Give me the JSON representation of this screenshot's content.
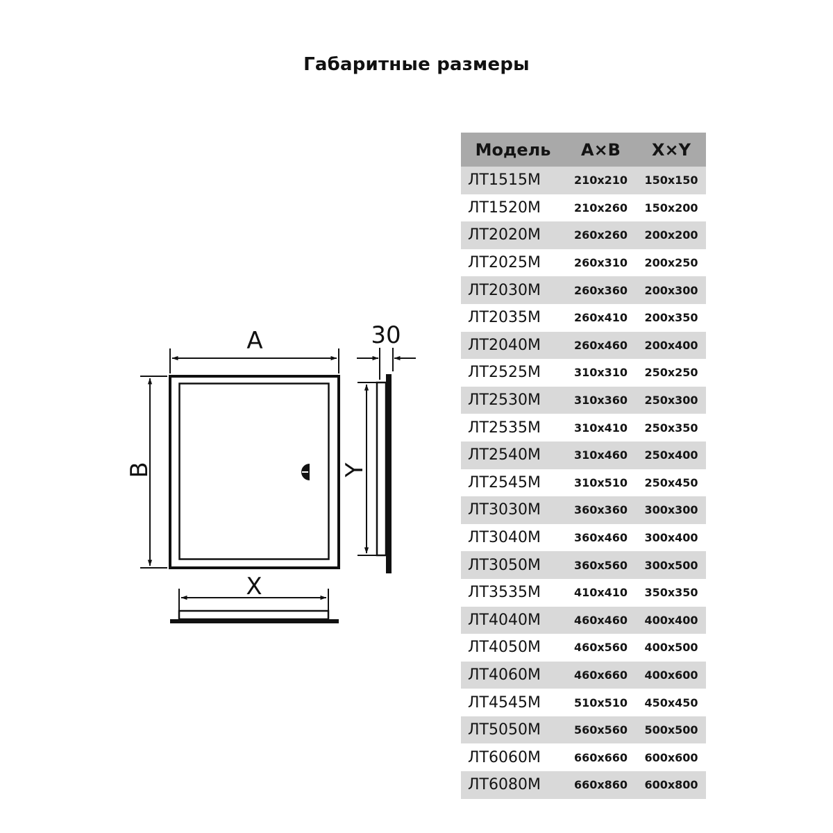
{
  "title": "Габаритные размеры",
  "drawing": {
    "label_a": "A",
    "label_b": "B",
    "label_x": "X",
    "label_y": "Y",
    "label_depth": "30"
  },
  "table": {
    "headers": [
      "Модель",
      "A×B",
      "X×Y"
    ],
    "rows": [
      [
        "ЛТ1515М",
        "210x210",
        "150x150"
      ],
      [
        "ЛТ1520М",
        "210x260",
        "150x200"
      ],
      [
        "ЛТ2020М",
        "260x260",
        "200x200"
      ],
      [
        "ЛТ2025М",
        "260x310",
        "200x250"
      ],
      [
        "ЛТ2030М",
        "260x360",
        "200x300"
      ],
      [
        "ЛТ2035М",
        "260x410",
        "200x350"
      ],
      [
        "ЛТ2040М",
        "260x460",
        "200x400"
      ],
      [
        "ЛТ2525М",
        "310x310",
        "250x250"
      ],
      [
        "ЛТ2530М",
        "310x360",
        "250x300"
      ],
      [
        "ЛТ2535М",
        "310x410",
        "250x350"
      ],
      [
        "ЛТ2540М",
        "310x460",
        "250x400"
      ],
      [
        "ЛТ2545М",
        "310x510",
        "250x450"
      ],
      [
        "ЛТ3030М",
        "360x360",
        "300x300"
      ],
      [
        "ЛТ3040М",
        "360x460",
        "300x400"
      ],
      [
        "ЛТ3050М",
        "360x560",
        "300x500"
      ],
      [
        "ЛТ3535М",
        "410x410",
        "350x350"
      ],
      [
        "ЛТ4040М",
        "460x460",
        "400x400"
      ],
      [
        "ЛТ4050М",
        "460x560",
        "400x500"
      ],
      [
        "ЛТ4060М",
        "460x660",
        "400x600"
      ],
      [
        "ЛТ4545М",
        "510x510",
        "450x450"
      ],
      [
        "ЛТ5050М",
        "560x560",
        "500x500"
      ],
      [
        "ЛТ6060М",
        "660x660",
        "600x600"
      ],
      [
        "ЛТ6080М",
        "660x860",
        "600x800"
      ]
    ]
  }
}
